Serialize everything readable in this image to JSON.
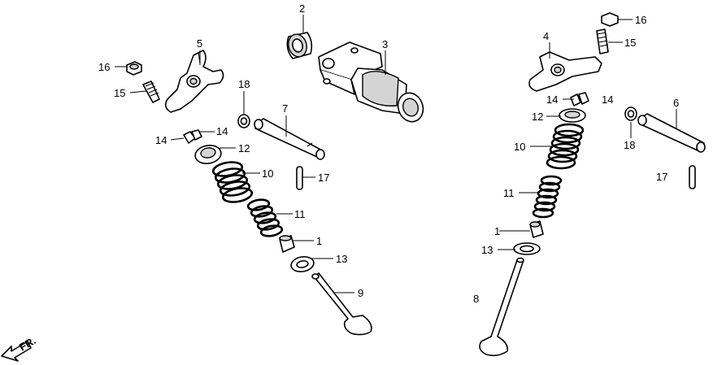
{
  "direction_label": "FR.",
  "callouts": [
    {
      "id": "c-2-left",
      "label": "2"
    },
    {
      "id": "c-3-left",
      "label": "3"
    },
    {
      "id": "c-5-left",
      "label": "5"
    },
    {
      "id": "c-16-left",
      "label": "16"
    },
    {
      "id": "c-15-left",
      "label": "15"
    },
    {
      "id": "c-18-left",
      "label": "18"
    },
    {
      "id": "c-7-left",
      "label": "7"
    },
    {
      "id": "c-14a-left",
      "label": "14"
    },
    {
      "id": "c-14b-left",
      "label": "14"
    },
    {
      "id": "c-12-left",
      "label": "12"
    },
    {
      "id": "c-10-left",
      "label": "10"
    },
    {
      "id": "c-17-left",
      "label": "17"
    },
    {
      "id": "c-11-left",
      "label": "11"
    },
    {
      "id": "c-1-left",
      "label": "1"
    },
    {
      "id": "c-13-left",
      "label": "13"
    },
    {
      "id": "c-9-left",
      "label": "9"
    },
    {
      "id": "c-4-right",
      "label": "4"
    },
    {
      "id": "c-16-right",
      "label": "16"
    },
    {
      "id": "c-15-right",
      "label": "15"
    },
    {
      "id": "c-14a-right",
      "label": "14"
    },
    {
      "id": "c-14b-right",
      "label": "14"
    },
    {
      "id": "c-12-right",
      "label": "12"
    },
    {
      "id": "c-6-right",
      "label": "6"
    },
    {
      "id": "c-10-right",
      "label": "10"
    },
    {
      "id": "c-18-right",
      "label": "18"
    },
    {
      "id": "c-17-right",
      "label": "17"
    },
    {
      "id": "c-11-right",
      "label": "11"
    },
    {
      "id": "c-1-right",
      "label": "1"
    },
    {
      "id": "c-13-right",
      "label": "13"
    },
    {
      "id": "c-8-right",
      "label": "8"
    }
  ]
}
